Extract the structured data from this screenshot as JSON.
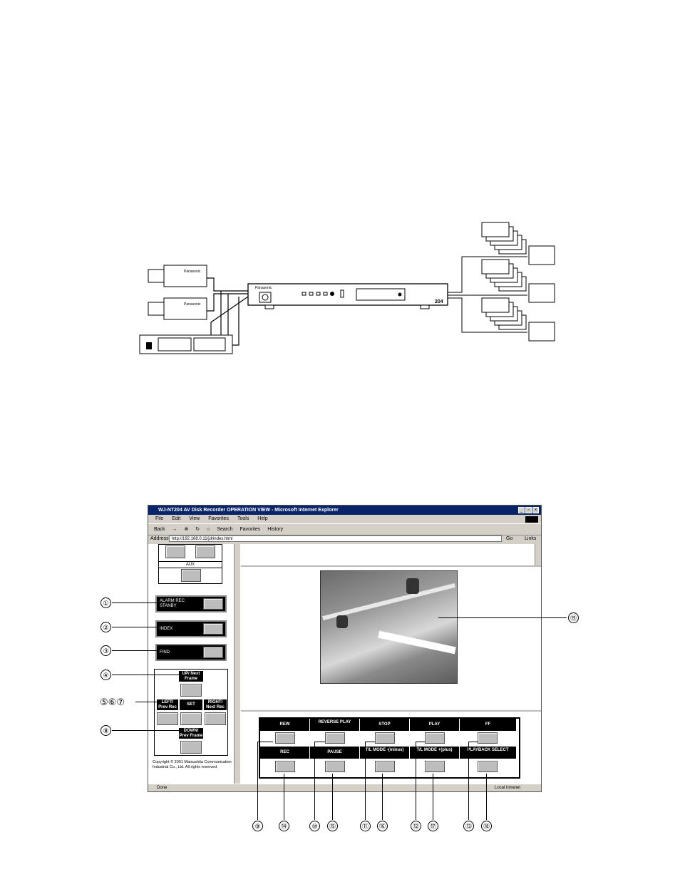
{
  "diagram": {
    "camera_brand": "Panasonic",
    "recorder_brand": "Panasonic",
    "recorder_model": "204"
  },
  "browser": {
    "title": "WJ-NT204 AV Disk Recorder OPERATION VIEW - Microsoft Internet Explorer",
    "menu": [
      "File",
      "Edit",
      "View",
      "Favorites",
      "Tools",
      "Help"
    ],
    "toolbar": [
      "Back",
      "Search",
      "Favorites",
      "History"
    ],
    "address_label": "Address",
    "address_value": "http://192.168.0.11/jdrindex.html",
    "go_label": "Go",
    "links_label": "Links",
    "status_left": "Done",
    "status_right": "Local intranet"
  },
  "left_panel": {
    "aux_label": "AUX",
    "alarm_label": "ALARM REC STANBY",
    "index_label": "INDEX",
    "find_label": "FIND",
    "up_label": "UP/ Next Frame",
    "left_label": "LEFT/ Prev Rec",
    "set_label": "SET",
    "right_label": "RIGHT/ Next Rec",
    "down_label": "DOWN/ Prev Frame",
    "copyright": "Copyright © 2001 Matsushita Communication Industrial Co., Ltd. All rights reserved."
  },
  "controls": {
    "row1": [
      "REW",
      "REVERSE PLAY",
      "STOP",
      "PLAY",
      "FF"
    ],
    "row2": [
      "REC",
      "PAUSE",
      "T/L MODE -(minus)",
      "T/L MODE +(plus)",
      "PLAYBACK SELECT"
    ]
  },
  "callouts": {
    "c1": "①",
    "c2": "②",
    "c3": "③",
    "c4": "④",
    "c567": "⑤⑥⑦",
    "c8": "⑧",
    "c9": "⑨",
    "c10": "⑩",
    "c11": "⑪",
    "c12": "⑫",
    "c13": "⑬",
    "c14": "⑭",
    "c15": "⑮",
    "c16": "⑯",
    "c17": "⑰",
    "c18": "⑱",
    "c19": "⑲"
  }
}
